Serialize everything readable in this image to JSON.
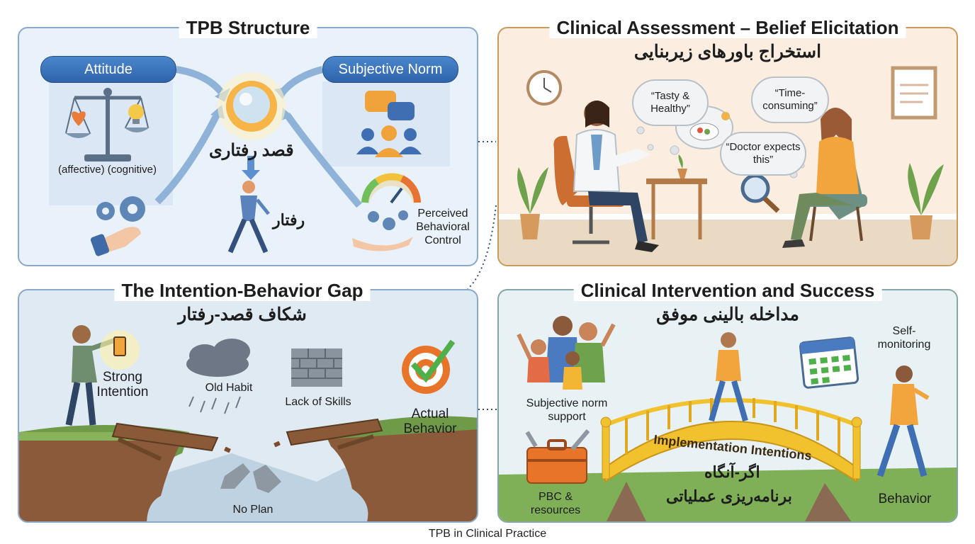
{
  "caption": "TPB in Clinical Practice",
  "panels": {
    "tpb_structure": {
      "title": "TPB Structure",
      "attitude_label": "Attitude",
      "attitude_sub": "(affective) (cognitive)",
      "subjective_norm_label": "Subjective Norm",
      "intention_fa": "قصد رفتاری",
      "behavior_fa": "رفتار",
      "pbc_label": "Perceived Behavioral Control"
    },
    "clinical_assessment": {
      "title": "Clinical Assessment – Belief Elicitation",
      "subtitle_fa": "استخراج باورهای زیربنایی",
      "bubble_1": "“Tasty & Healthy”",
      "bubble_2": "“Time-consuming”",
      "bubble_3": "“Doctor expects this”"
    },
    "intention_gap": {
      "title": "The Intention-Behavior Gap",
      "subtitle_fa": "شکاف قصد-رفتار",
      "strong_intention": "Strong Intention",
      "old_habit": "Old Habit",
      "lack_of_skills": "Lack of Skills",
      "actual_behavior": "Actual Behavior",
      "no_plan": "No Plan"
    },
    "clinical_intervention": {
      "title": "Clinical Intervention and Success",
      "subtitle_fa": "مداخله بالینی موفق",
      "norm_support": "Subjective norm support",
      "self_monitoring": "Self-monitoring",
      "implementation": "Implementation Intentions",
      "if_then_fa": "اگر-آنگاه",
      "planning_fa": "برنامه‌ریزی عملیاتی",
      "pbc_resources": "PBC & resources",
      "behavior": "Behavior"
    }
  },
  "colors": {
    "blue_border": "#8aa9c8",
    "orange_border": "#c99a5e",
    "teal_border": "#86a7a6",
    "pill_blue": "#2f64ab",
    "target_orange": "#e8742a",
    "check_green": "#4fb04a",
    "bridge_gold": "#f2c12e"
  }
}
